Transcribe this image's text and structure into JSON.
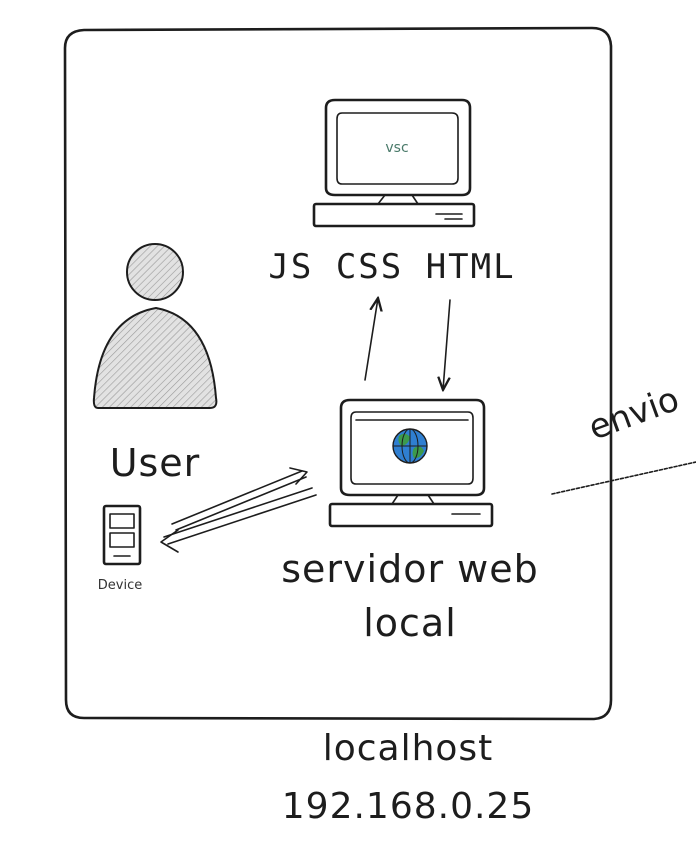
{
  "labels": {
    "editor_screen": "vsc",
    "languages": "JS CSS HTML",
    "user": "User",
    "device": "Device",
    "server_line1": "servidor web",
    "server_line2": "local",
    "host_line1": "localhost",
    "host_line2": "192.168.0.25",
    "outgoing_label": "envio"
  },
  "colors": {
    "ink": "#1d1d1d",
    "globe_blue": "#2f7fd1",
    "globe_green": "#3c9a4b",
    "user_fill": "#d9d9d9"
  },
  "icons": {
    "editor": "computer-monitor-icon",
    "server": "computer-monitor-icon",
    "globe": "globe-icon",
    "user": "user-icon",
    "device": "mobile-device-icon"
  }
}
